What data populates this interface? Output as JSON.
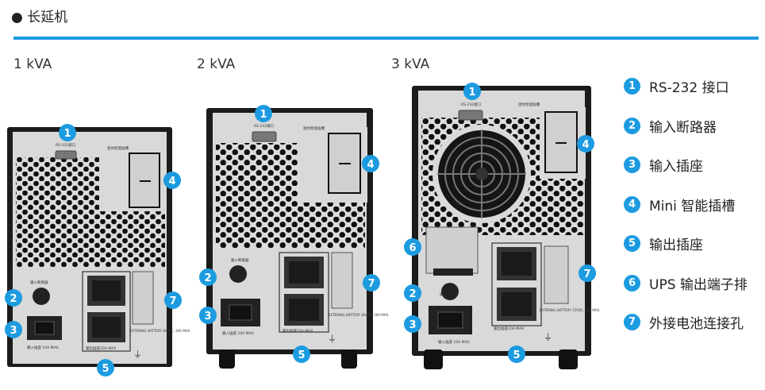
{
  "header": {
    "title": "● 长延机"
  },
  "models": [
    {
      "label": "1 kVA"
    },
    {
      "label": "2 kVA"
    },
    {
      "label": "3 kVA"
    }
  ],
  "panel_text": {
    "rs232": "RS-232接口",
    "slot": "迷你智能插槽",
    "input_breaker": "输入断路器",
    "input_socket": "输入插座 10A MAX",
    "output_socket": "输出插座10A MAX",
    "battery_1k": "EXTERNAL BATTERY 36VDC, 30A MAX.",
    "battery_2k": "EXTERNAL BATTERY 36VDC, 30A MAX.",
    "battery_3k": "EXTERNAL BATTERY 72VDC, 30A MAX."
  },
  "legend": [
    {
      "num": "1",
      "label": "RS-232 接口"
    },
    {
      "num": "2",
      "label": "输入断路器"
    },
    {
      "num": "3",
      "label": "输入插座"
    },
    {
      "num": "4",
      "label": "Mini 智能插槽"
    },
    {
      "num": "5",
      "label": "输出插座"
    },
    {
      "num": "6",
      "label": "UPS 输出端子排"
    },
    {
      "num": "7",
      "label": "外接电池连接孔"
    }
  ],
  "colors": {
    "accent": "#1c9be0",
    "chassis": "#1b1b1b",
    "panel": "#d9d9d9"
  }
}
